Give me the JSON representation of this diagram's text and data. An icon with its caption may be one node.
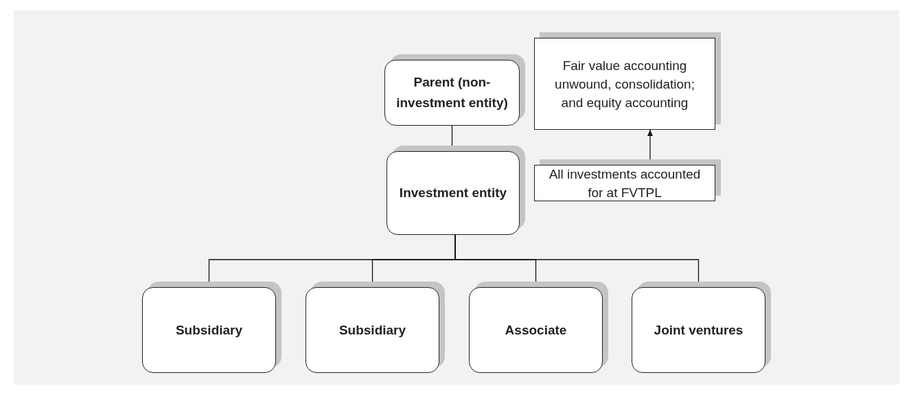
{
  "diagram": {
    "nodes": [
      {
        "text": [
          "Parent (non-investment entity)"
        ]
      },
      {
        "text": [
          "Investment entity"
        ]
      },
      {
        "text": [
          "Fair value accounting unwound, consolidation; and equity accounting"
        ]
      },
      {
        "text": [
          "All investments accounted for at FVTPL"
        ]
      },
      {
        "text": [
          "Subsidiary"
        ]
      },
      {
        "text": [
          "Subsidiary"
        ]
      },
      {
        "text": [
          "Associate"
        ]
      },
      {
        "text": [
          "Joint ventures"
        ]
      }
    ],
    "edges": [
      {
        "from": 0,
        "to": 1,
        "arrow": "none"
      },
      {
        "from": 3,
        "to": 2,
        "arrow": "to"
      },
      {
        "from": 1,
        "to": 4,
        "arrow": "none"
      },
      {
        "from": 1,
        "to": 5,
        "arrow": "none"
      },
      {
        "from": 1,
        "to": 6,
        "arrow": "none"
      },
      {
        "from": 1,
        "to": 7,
        "arrow": "none"
      }
    ]
  }
}
